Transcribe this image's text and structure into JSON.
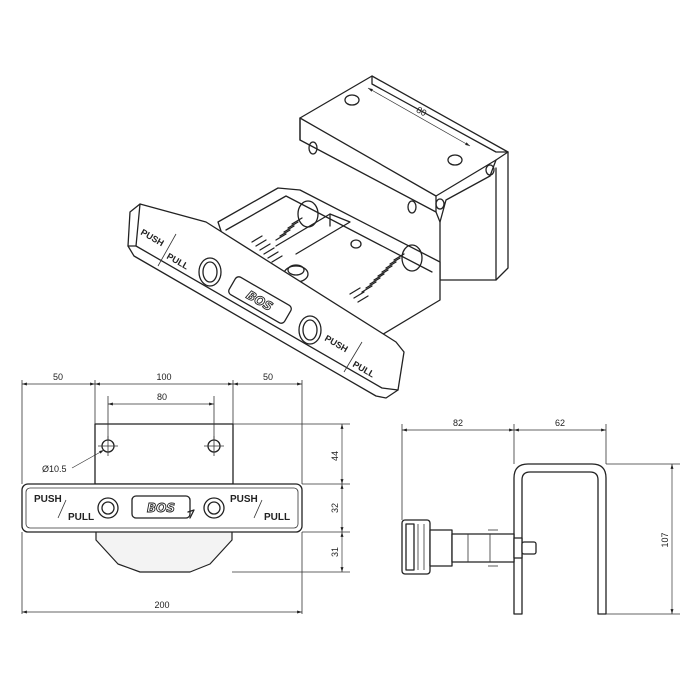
{
  "labels": {
    "push": "PUSH",
    "pull": "PULL",
    "logo": "BOS"
  },
  "dimensions": {
    "iso_top_width": "80",
    "front_left_margin": "50",
    "front_center_span": "100",
    "front_right_margin": "50",
    "front_hole_spacing": "80",
    "front_total_width": "200",
    "front_hole_diameter": "Ø10.5",
    "front_upper_height": "44",
    "front_bar_height": "32",
    "front_lower_height": "31",
    "side_depth_left": "82",
    "side_depth_right": "62",
    "side_total_height": "107"
  }
}
